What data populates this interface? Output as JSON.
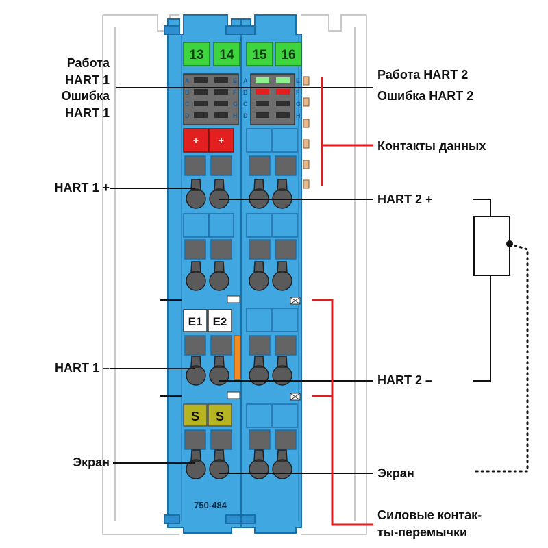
{
  "module": {
    "model": "750-484",
    "terminal_numbers": [
      "13",
      "14",
      "15",
      "16"
    ],
    "led_rows": [
      "A",
      "B",
      "C",
      "D"
    ],
    "led_rows_right": [
      "E",
      "F",
      "G",
      "H"
    ],
    "plus_sign": "+",
    "e_labels": [
      "E1",
      "E2"
    ],
    "s_labels": [
      "S",
      "S"
    ]
  },
  "labels": {
    "work_hart1": [
      "Работа",
      "HART 1"
    ],
    "error_hart1": [
      "Ошибка",
      "HART 1"
    ],
    "work_hart2": "Работа HART 2",
    "error_hart2": "Ошибка HART 2",
    "data_contacts": "Контакты данных",
    "hart1_plus": "HART 1 +",
    "hart2_plus": "HART 2 +",
    "hart1_minus": "HART 1 –",
    "hart2_minus": "HART 2 –",
    "shield_left": "Экран",
    "shield_right": "Экран",
    "power_jumpers": [
      "Силовые контак-",
      "ты-перемычки"
    ]
  },
  "colors": {
    "module_blue": "#41a7e0",
    "module_outline": "#1d6fa8",
    "terminal_green": "#3ed43e",
    "plus_red": "#e41f1f",
    "s_olive": "#b7b423",
    "callout_red": "#e21b1b",
    "connector_orange": "#f08a25"
  }
}
